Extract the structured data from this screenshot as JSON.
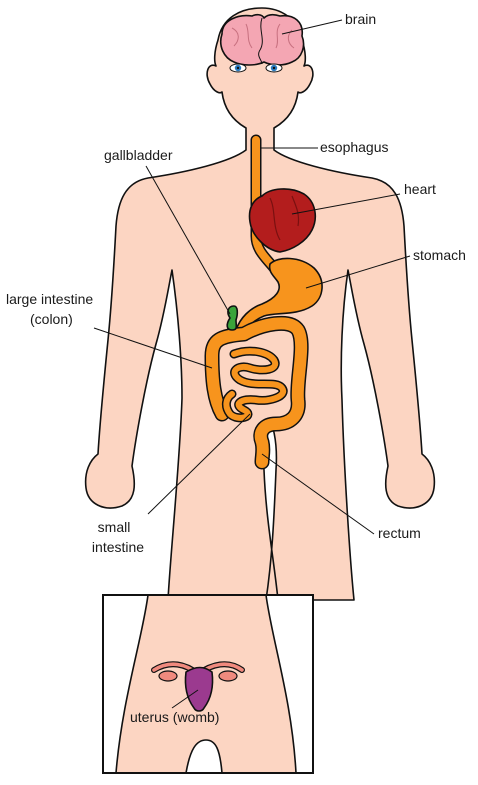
{
  "colors": {
    "skin": "#fcd5c2",
    "brain": "#f4a6b3",
    "heart": "#b31d1d",
    "digestive": "#f7941d",
    "gallbladder": "#3aa33a",
    "uterus": "#9b3a8f",
    "ovary_tube": "#f08a7e",
    "eye_iris": "#2b7bc0"
  },
  "labels": {
    "brain": "brain",
    "esophagus": "esophagus",
    "gallbladder": "gallbladder",
    "heart": "heart",
    "stomach": "stomach",
    "large_intestine_line1": "large intestine",
    "large_intestine_line2": "(colon)",
    "small_intestine_line1": "small",
    "small_intestine_line2": "intestine",
    "rectum": "rectum",
    "uterus": "uterus (womb)"
  }
}
